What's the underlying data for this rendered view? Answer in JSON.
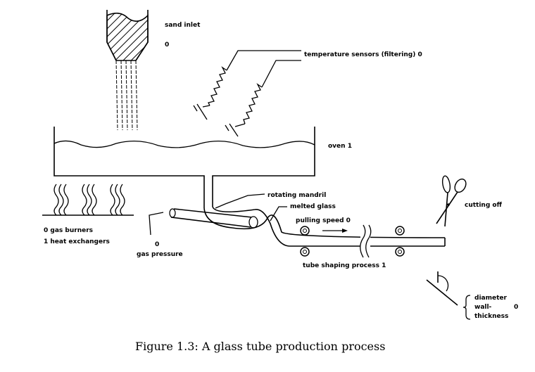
{
  "labels": {
    "sand_inlet": "sand inlet",
    "sand_inlet_value": "0",
    "temperature_sensors": "temperature sensors (filtering) 0",
    "oven": "oven 1",
    "rotating_mandril": "rotating mandril",
    "melted_glass": "melted glass",
    "pulling_speed": "pulling speed 0",
    "cutting_off": "cutting off",
    "gas_burners": "0 gas burners",
    "heat_exchangers": "1 heat exchangers",
    "gas_pressure_value": "0",
    "gas_pressure": "gas pressure",
    "tube_shaping": "tube shaping process 1",
    "diameter": "diameter",
    "wall": "wall-",
    "thickness": "thickness",
    "diameter_value": "0"
  },
  "caption": "Figure 1.3: A glass tube production process"
}
